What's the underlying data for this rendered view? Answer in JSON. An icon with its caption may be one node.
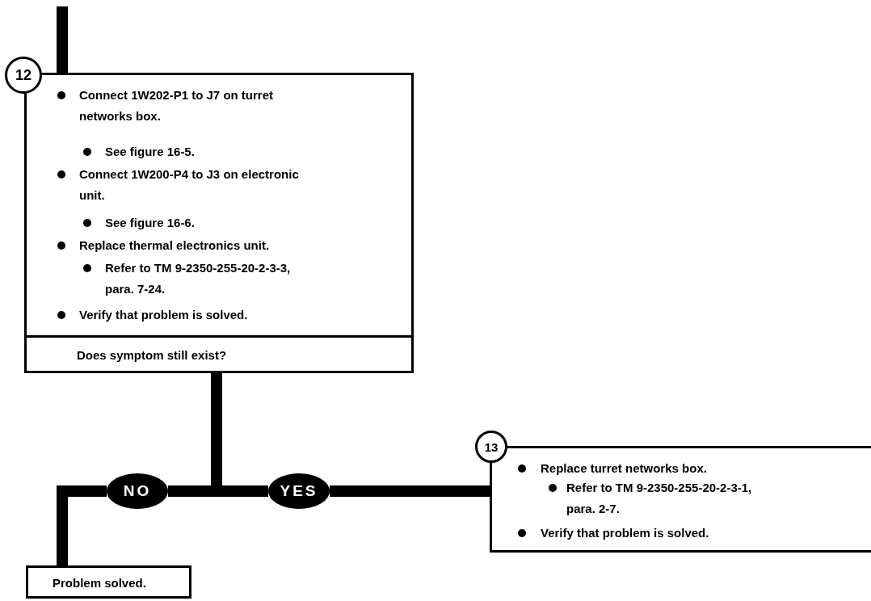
{
  "diagram": {
    "nodes": [
      {
        "text": [
          "12"
        ]
      },
      {
        "text": [
          "Connect 1W202-P1 to J7 on turret networks box.",
          "See figure 16-5.",
          "Connect 1W200-P4 to J3 on electronic unit.",
          "See figure 16-6.",
          "Replace thermal electronics unit.",
          "Refer to TM 9-2350-255-20-2-3-3, para. 7-24.",
          "Verify that problem is solved."
        ]
      },
      {
        "text": [
          "Does symptom still exist?"
        ]
      },
      {
        "text": [
          "NO"
        ]
      },
      {
        "text": [
          "YES"
        ]
      },
      {
        "text": [
          "13"
        ]
      },
      {
        "text": [
          "Replace turret networks box.",
          "Refer to TM 9-2350-255-20-2-3-1, para. 2-7.",
          "Verify that problem is solved."
        ]
      },
      {
        "text": [
          "Problem solved."
        ]
      }
    ],
    "edges": [
      {
        "from": null,
        "to": 1,
        "arrow": "none"
      },
      {
        "from": 2,
        "to": 3,
        "arrow": "none"
      },
      {
        "from": 2,
        "to": 4,
        "arrow": "none"
      },
      {
        "from": 3,
        "to": 7,
        "arrow": "none"
      },
      {
        "from": 4,
        "to": 6,
        "arrow": "none"
      }
    ]
  }
}
